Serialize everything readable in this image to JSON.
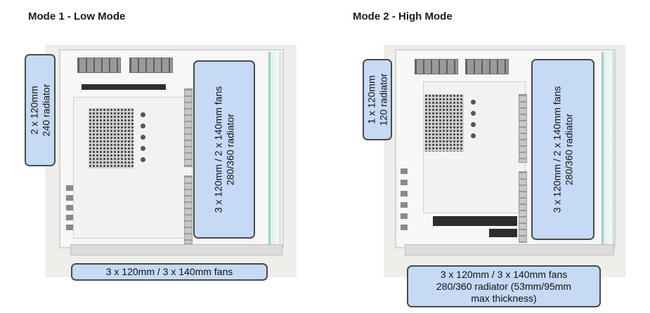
{
  "panels": [
    {
      "heading": "Mode 1 - Low Mode",
      "side_label": [
        "2 x 120mm",
        "240 radiator"
      ],
      "front_label": [
        "3 x 120mm / 2 x 140mm fans",
        "280/360 radiator"
      ],
      "bottom_label": [
        "3 x 120mm / 3 x 140mm fans"
      ]
    },
    {
      "heading": "Mode 2 - High Mode",
      "side_label": [
        "1 x 120mm",
        "120 radiator"
      ],
      "front_label": [
        "3 x 120mm / 2 x 140mm fans",
        "280/360 radiator"
      ],
      "bottom_label": [
        "3 x 120mm / 3 x 140mm fans",
        "280/360 radiator (53mm/95mm",
        "max thickness)"
      ]
    }
  ],
  "colors": {
    "label_fill": "#c6d9f5",
    "label_border": "#4a4a4a",
    "glass_tint": "#9ad0c8"
  }
}
